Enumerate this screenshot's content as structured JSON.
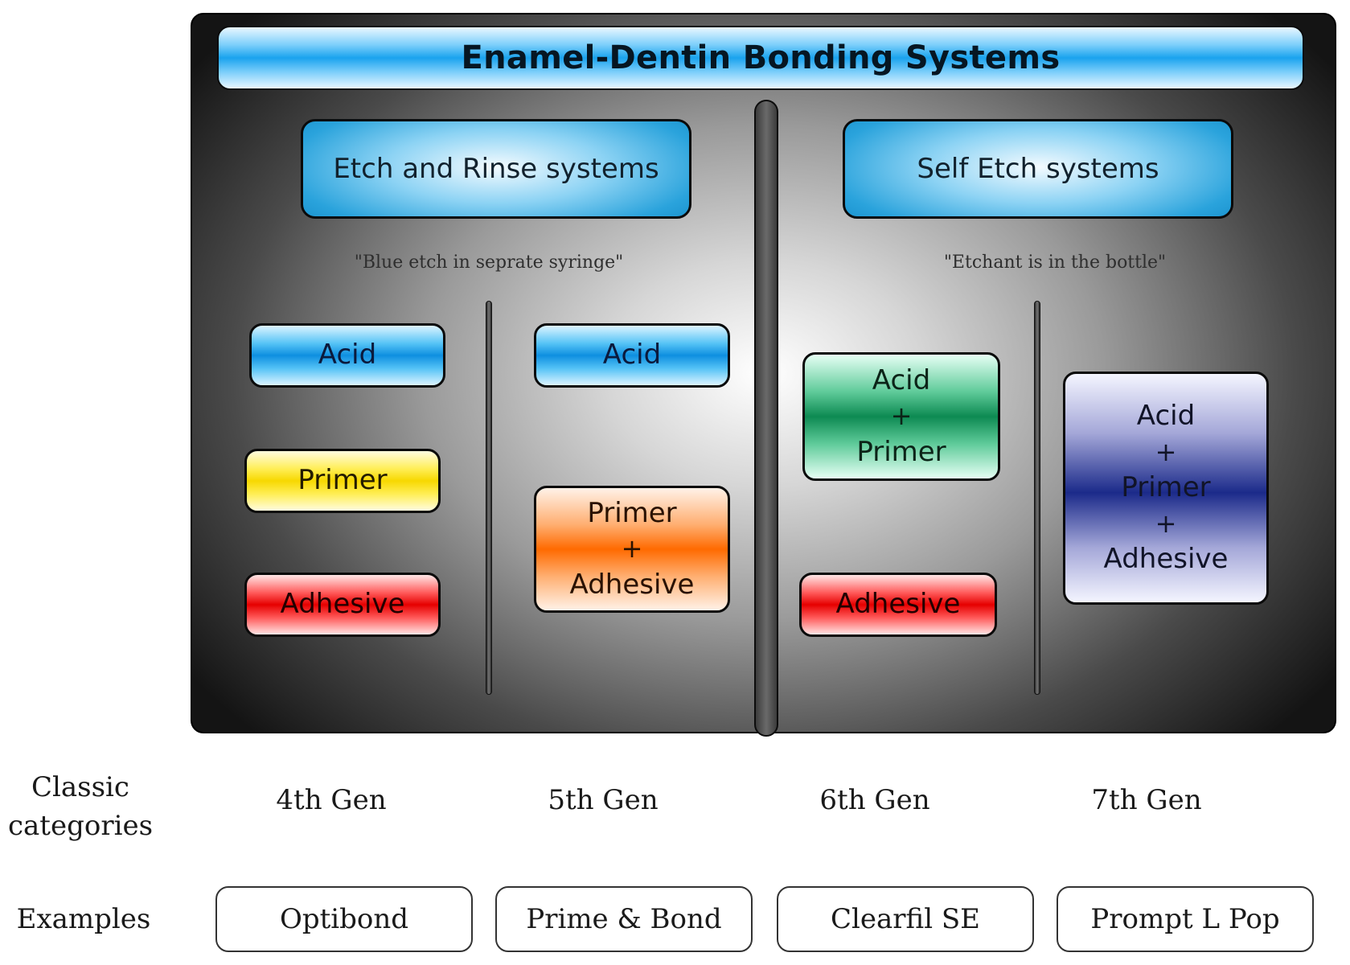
{
  "title": "Enamel-Dentin Bonding Systems",
  "systems": {
    "etch_rinse": {
      "label": "Etch and Rinse systems",
      "quote": "\"Blue etch in seprate syringe\""
    },
    "self_etch": {
      "label": "Self Etch systems",
      "quote": "\"Etchant is in the bottle\""
    }
  },
  "components": {
    "gen4": {
      "acid": "Acid",
      "primer": "Primer",
      "adhesive": "Adhesive"
    },
    "gen5": {
      "acid": "Acid",
      "line1": "Primer",
      "plus": "+",
      "line2": "Adhesive"
    },
    "gen6": {
      "line1": "Acid",
      "plus": "+",
      "line2": "Primer",
      "adhesive": "Adhesive"
    },
    "gen7": {
      "line1": "Acid",
      "plus1": "+",
      "line2": "Primer",
      "plus2": "+",
      "line3": "Adhesive"
    }
  },
  "rows": {
    "classic_label_line1": "Classic",
    "classic_label_line2": "categories",
    "examples_label": "Examples"
  },
  "generations": [
    "4th Gen",
    "5th Gen",
    "6th Gen",
    "7th Gen"
  ],
  "examples": [
    "Optibond",
    "Prime & Bond",
    "Clearfil SE",
    "Prompt L Pop"
  ],
  "colors": {
    "acid_blue": "#0e8fe0",
    "primer_yellow": "#f7d800",
    "adhesive_red": "#e60000",
    "primer_adhesive_orange": "#ff6a00",
    "acid_primer_green": "#0d8a52",
    "all_in_one_navy": "#1b2a8a"
  }
}
